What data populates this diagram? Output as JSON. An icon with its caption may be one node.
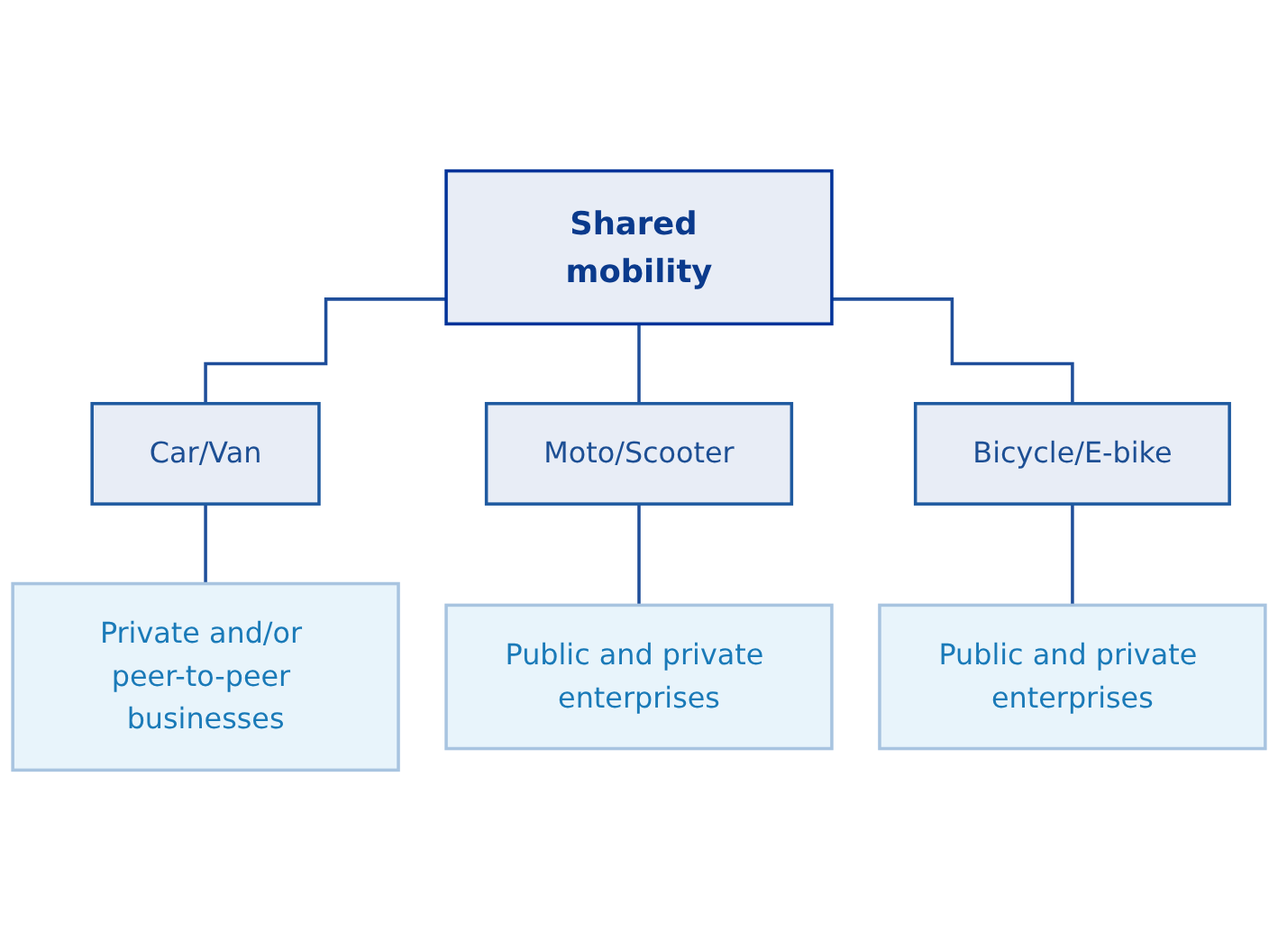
{
  "diagram": {
    "nodes": [
      {
        "text": [
          "Shared mobility"
        ]
      },
      {
        "text": [
          "Car/Van"
        ]
      },
      {
        "text": [
          "Moto/Scooter"
        ]
      },
      {
        "text": [
          "Bicycle/E-bike"
        ]
      },
      {
        "text": [
          "Private and/or peer-to-peer businesses"
        ]
      },
      {
        "text": [
          "Public and private enterprises"
        ]
      },
      {
        "text": [
          "Public and private enterprises"
        ]
      }
    ],
    "edges": [
      {
        "from": 0,
        "to": 1,
        "arrow": "none"
      },
      {
        "from": 0,
        "to": 2,
        "arrow": "none"
      },
      {
        "from": 0,
        "to": 3,
        "arrow": "none"
      },
      {
        "from": 1,
        "to": 4,
        "arrow": "none"
      },
      {
        "from": 2,
        "to": 5,
        "arrow": "none"
      },
      {
        "from": 3,
        "to": 6,
        "arrow": "none"
      }
    ]
  }
}
